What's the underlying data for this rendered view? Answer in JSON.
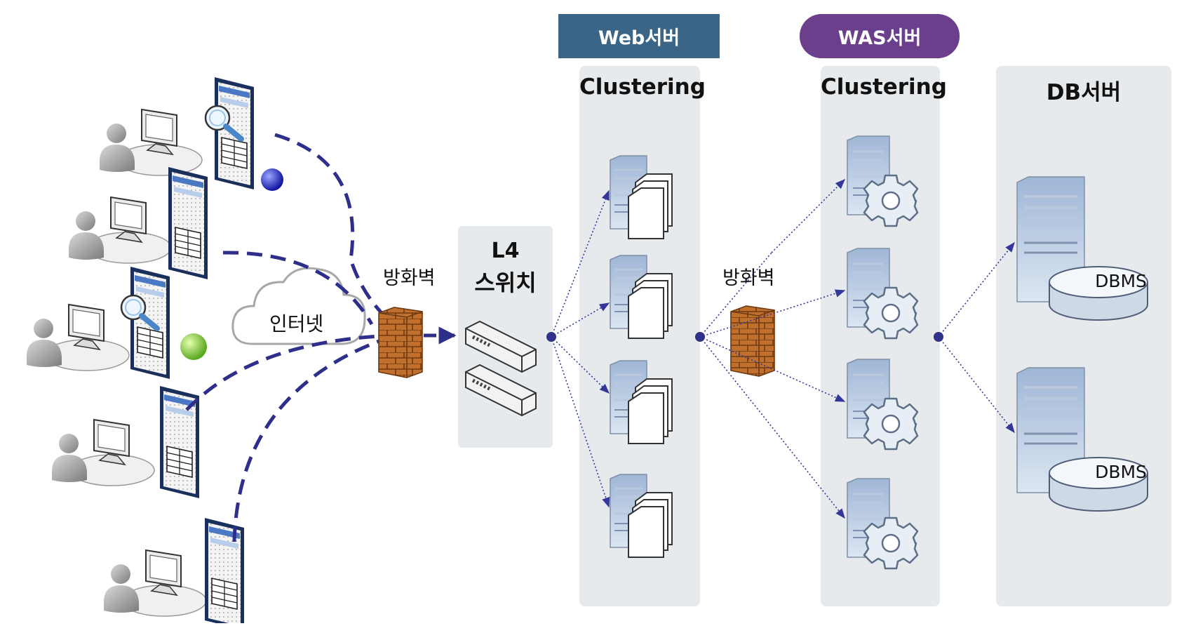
{
  "badges": {
    "web": "Web서버",
    "was": "WAS서버"
  },
  "columns": {
    "web_title": "Clustering",
    "was_title": "Clustering",
    "db_title": "DB서버"
  },
  "switch": {
    "line1": "L4",
    "line2": "스위치"
  },
  "firewall": {
    "left_label": "방화벽",
    "right_label": "방화벽"
  },
  "cloud": {
    "label": "인터넷"
  },
  "dbms": {
    "top": "DBMS",
    "bottom": "DBMS"
  },
  "colors": {
    "web_badge": "#3b6587",
    "was_badge": "#6b3f8c",
    "panel": "#e7eaed",
    "dashed": "#2e2f8a",
    "dotted": "#34379a"
  }
}
